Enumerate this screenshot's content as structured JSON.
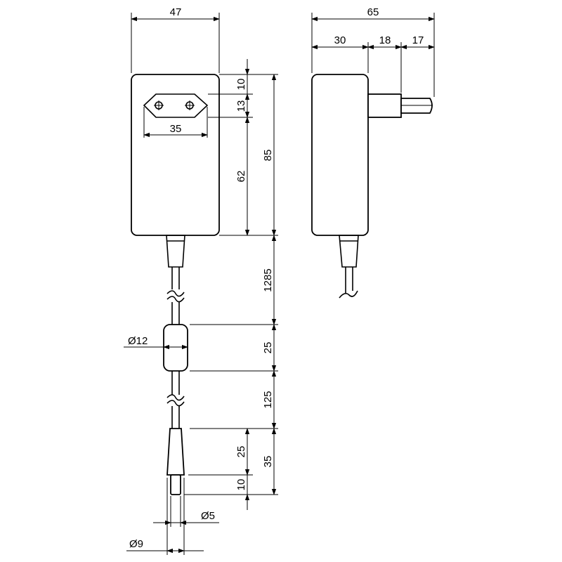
{
  "dimensions": {
    "front_width": "47",
    "top_margin": "10",
    "pin_height": "13",
    "pin_spacing": "35",
    "lower_height": "62",
    "body_height": "85",
    "cable_length": "1285",
    "ferrite_length": "25",
    "ferrite_diameter": "Ø12",
    "cable_length_2": "125",
    "plug_length": "35",
    "plug_grip_length": "25",
    "plug_tip_length": "10",
    "tip_diameter": "Ø5",
    "plug_diameter": "Ø9",
    "side_total_depth": "65",
    "side_body_depth": "30",
    "side_plug_base": "18",
    "side_pin_length": "17"
  }
}
